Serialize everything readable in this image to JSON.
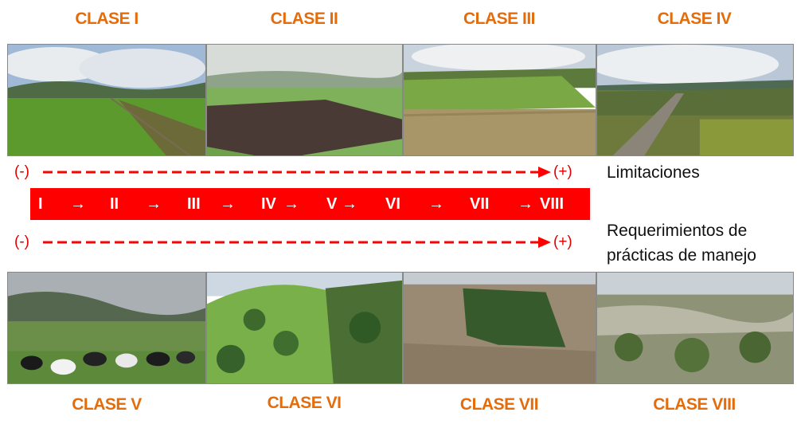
{
  "classes_top": [
    "CLASE I",
    "CLASE II",
    "CLASE III",
    "CLASE IV"
  ],
  "classes_bottom": [
    "CLASE V",
    "CLASE VI",
    "CLASE VII",
    "CLASE VIII"
  ],
  "arrow_top": {
    "minus": "(-)",
    "plus": "(+)",
    "label": "Limitaciones"
  },
  "arrow_bottom": {
    "minus": "(-)",
    "plus": "(+)",
    "label_line1": "Requerimientos de",
    "label_line2": "prácticas de manejo"
  },
  "scale": {
    "tokens": [
      "I",
      "→",
      "II",
      "→",
      "III",
      "→",
      "IV",
      "→",
      "V",
      "→",
      "VI",
      "→",
      "VII",
      "→",
      "VIII"
    ]
  },
  "colors": {
    "label_orange": "#e46c0a",
    "arrow_red": "#ff0000",
    "text": "#111111"
  }
}
